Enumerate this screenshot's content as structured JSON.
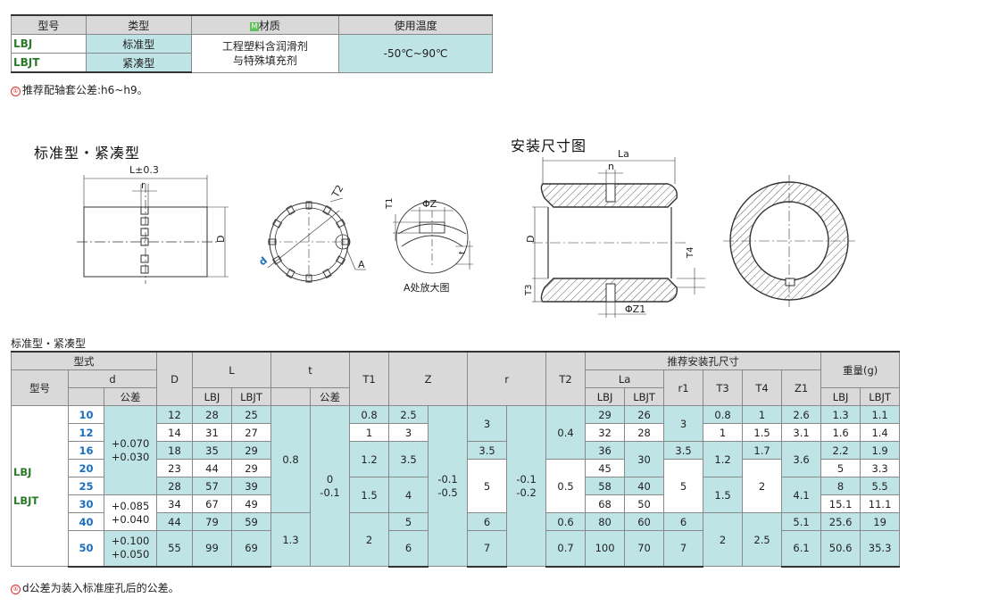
{
  "spec_table": {
    "headers": [
      "型号",
      "类型",
      "M",
      "材质",
      "使用温度"
    ],
    "rows": [
      {
        "model": "LBJ",
        "type": "标准型"
      },
      {
        "model": "LBJT",
        "type": "紧凑型"
      }
    ],
    "material_line1": "工程塑料含润滑剂",
    "material_line2": "与特殊填充剂",
    "temperature": "-50℃~90℃"
  },
  "note1_mark": "①",
  "note1": "推荐配轴套公差:h6~h9。",
  "section_title_left": "标准型・紧凑型",
  "section_title_right": "安装尺寸图",
  "drawing_labels": {
    "L_tol": "L±0.3",
    "r": "r",
    "D": "D",
    "T2": "T2",
    "d": "d",
    "A": "A",
    "T1": "T1",
    "phiZ": "ΦZ",
    "t": "t",
    "detail_caption": "A处放大图",
    "La": "La",
    "n": "n",
    "T4": "T4",
    "T3": "T3",
    "phiZ1": "ΦZ1"
  },
  "table_title": "标准型・紧凑型",
  "main_table": {
    "h_model_type": "型式",
    "h_model": "型号",
    "h_d": "d",
    "h_tol": "公差",
    "h_D": "D",
    "h_L": "L",
    "h_LBJ": "LBJ",
    "h_LBJT": "LBJT",
    "h_t": "t",
    "h_T1": "T1",
    "h_Z": "Z",
    "h_r": "r",
    "h_T2": "T2",
    "h_rec": "推荐安装孔尺寸",
    "h_La": "La",
    "h_r1": "r1",
    "h_T3": "T3",
    "h_T4": "T4",
    "h_Z1": "Z1",
    "h_weight": "重量(g)",
    "model1": "LBJ",
    "model2": "LBJT",
    "d": [
      "10",
      "12",
      "16",
      "20",
      "25",
      "30",
      "40",
      "50"
    ],
    "d_tol_1a": "+0.070",
    "d_tol_1b": "+0.030",
    "d_tol_2a": "+0.085",
    "d_tol_2b": "+0.040",
    "d_tol_3a": "+0.100",
    "d_tol_3b": "+0.050",
    "D": [
      "12",
      "14",
      "18",
      "23",
      "28",
      "34",
      "44",
      "55"
    ],
    "L_LBJ": [
      "28",
      "31",
      "35",
      "44",
      "57",
      "67",
      "79",
      "99"
    ],
    "L_LBJT": [
      "25",
      "27",
      "29",
      "29",
      "39",
      "49",
      "59",
      "69"
    ],
    "t_a": "0.8",
    "t_b": "1.3",
    "t_tol_a": "0",
    "t_tol_b": "-0.1",
    "T1": [
      "0.8",
      "1",
      "1.2",
      "1.5",
      "2"
    ],
    "Z": [
      "2.5",
      "3",
      "3.5",
      "4",
      "5",
      "6"
    ],
    "Z_tol_a": "-0.1",
    "Z_tol_b": "-0.5",
    "r": [
      "3",
      "3.5",
      "5",
      "6",
      "7"
    ],
    "r_tol_a": "-0.1",
    "r_tol_b": "-0.2",
    "T2": [
      "0.4",
      "0.5",
      "0.6",
      "0.7"
    ],
    "La_LBJ": [
      "29",
      "32",
      "36",
      "45",
      "58",
      "68",
      "80",
      "100"
    ],
    "La_LBJT": [
      "26",
      "28",
      "30",
      "40",
      "50",
      "60",
      "70"
    ],
    "r1": [
      "3",
      "3.5",
      "5",
      "6",
      "7"
    ],
    "T3": [
      "0.8",
      "1",
      "1.2",
      "1.5",
      "2"
    ],
    "T4": [
      "1",
      "1.5",
      "1.7",
      "2",
      "2.5"
    ],
    "Z1": [
      "2.6",
      "3.1",
      "3.6",
      "4.1",
      "5.1",
      "6.1"
    ],
    "W_LBJ": [
      "1.3",
      "1.6",
      "2.2",
      "5",
      "8",
      "15.1",
      "25.6",
      "50.6"
    ],
    "W_LBJT": [
      "1.1",
      "1.4",
      "1.9",
      "3.3",
      "5.5",
      "11.1",
      "19",
      "35.3"
    ]
  },
  "note2_mark": "①",
  "note2": "d公差为装入标准座孔后的公差。"
}
